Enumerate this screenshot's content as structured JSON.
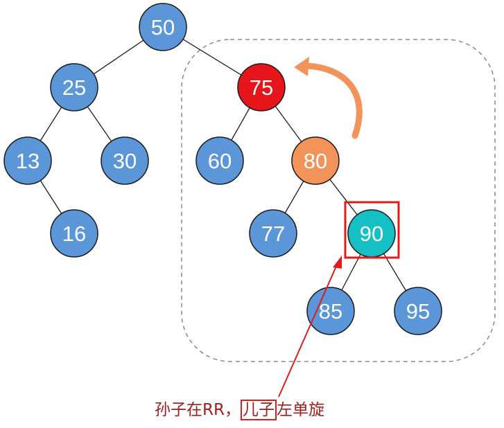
{
  "nodes": [
    {
      "id": "n50",
      "label": "50",
      "color": "#5b96d8"
    },
    {
      "id": "n25",
      "label": "25",
      "color": "#5b96d8"
    },
    {
      "id": "n75",
      "label": "75",
      "color": "#e6151b"
    },
    {
      "id": "n13",
      "label": "13",
      "color": "#5b96d8"
    },
    {
      "id": "n30",
      "label": "30",
      "color": "#5b96d8"
    },
    {
      "id": "n60",
      "label": "60",
      "color": "#5b96d8"
    },
    {
      "id": "n80",
      "label": "80",
      "color": "#f2935a"
    },
    {
      "id": "n16",
      "label": "16",
      "color": "#5b96d8"
    },
    {
      "id": "n77",
      "label": "77",
      "color": "#5b96d8"
    },
    {
      "id": "n90",
      "label": "90",
      "color": "#14c0c3"
    },
    {
      "id": "n85",
      "label": "85",
      "color": "#5b96d8"
    },
    {
      "id": "n95",
      "label": "95",
      "color": "#5b96d8"
    }
  ],
  "edges": [
    [
      "n50",
      "n25"
    ],
    [
      "n50",
      "n75"
    ],
    [
      "n25",
      "n13"
    ],
    [
      "n25",
      "n30"
    ],
    [
      "n13",
      "n16"
    ],
    [
      "n75",
      "n60"
    ],
    [
      "n75",
      "n80"
    ],
    [
      "n80",
      "n77"
    ],
    [
      "n80",
      "n90"
    ],
    [
      "n90",
      "n85"
    ],
    [
      "n90",
      "n95"
    ]
  ],
  "colors": {
    "highlight_box": "#e01b1b",
    "rotation_arrow": "#f2935a",
    "pointer_arrow": "#e01b1b",
    "dashed_region": "#8a8a8a",
    "caption_text": "#a31d1d"
  },
  "caption": {
    "part1": "孙子在RR，",
    "boxed": "儿子",
    "part2": "左单旋"
  }
}
